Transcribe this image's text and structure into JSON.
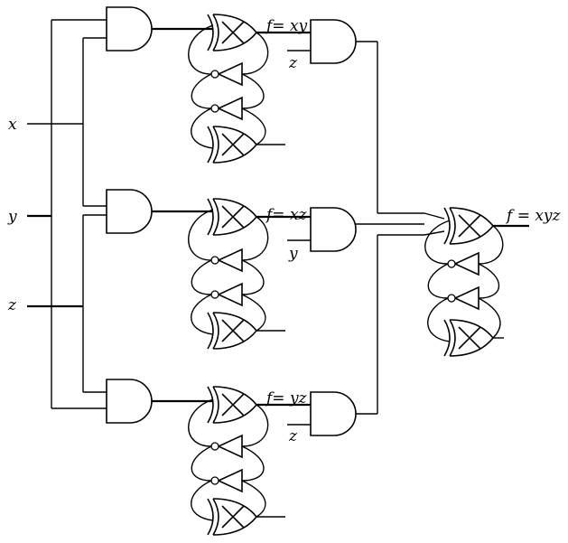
{
  "inputs": {
    "x": "x",
    "y": "y",
    "z": "z"
  },
  "outputs": {
    "top": "f= xy",
    "middle": "f= xz",
    "bottom": "f= yz",
    "final": "f =  xyz"
  },
  "side_inputs": {
    "top": "z",
    "middle": "y",
    "bottom": "z"
  }
}
